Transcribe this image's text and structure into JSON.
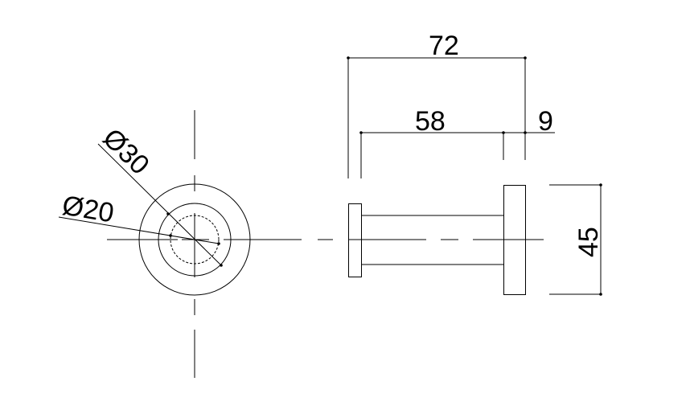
{
  "drawing": {
    "front_view": {
      "outer_diameter_label": "Ø30",
      "inner_diameter_label": "Ø20"
    },
    "side_view": {
      "overall_length_label": "72",
      "rod_length_label": "58",
      "plate_thickness_label": "9",
      "plate_height_label": "45"
    },
    "line_color": "#000000"
  }
}
